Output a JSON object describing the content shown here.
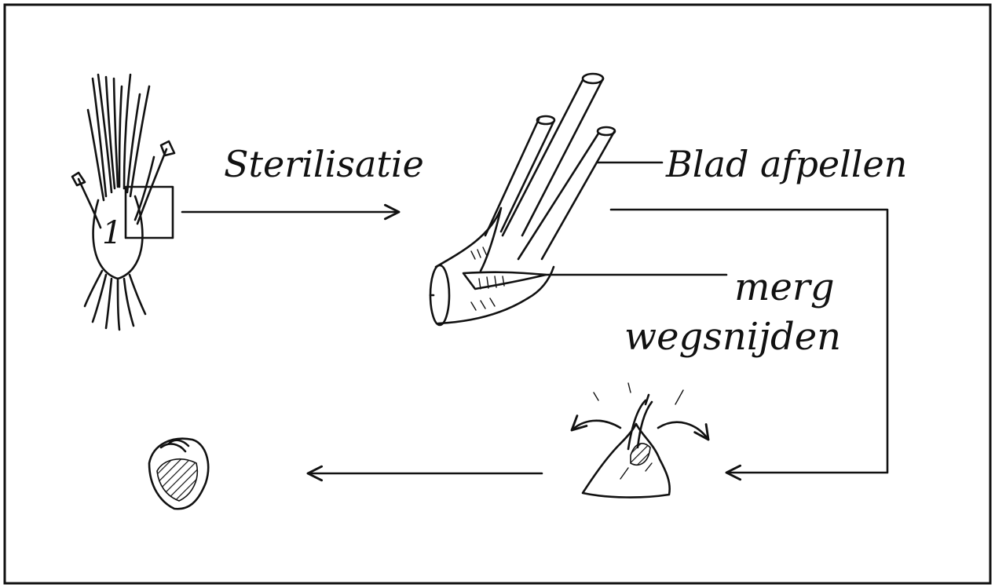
{
  "labels": {
    "sterilisation": "Sterilisatie",
    "peel_leaves": "Blad afpellen",
    "remove_pith_line1": "merg",
    "remove_pith_line2": "wegsnijden",
    "plant_marker": "1"
  },
  "colors": {
    "ink": "#111111",
    "frame": "#111111",
    "background": "#ffffff"
  },
  "icons": {
    "plant": "leek-plant-drawing",
    "shoot": "cut-shoot-drawing",
    "meristem": "meristem-dome-drawing",
    "explant": "explant-drawing"
  }
}
